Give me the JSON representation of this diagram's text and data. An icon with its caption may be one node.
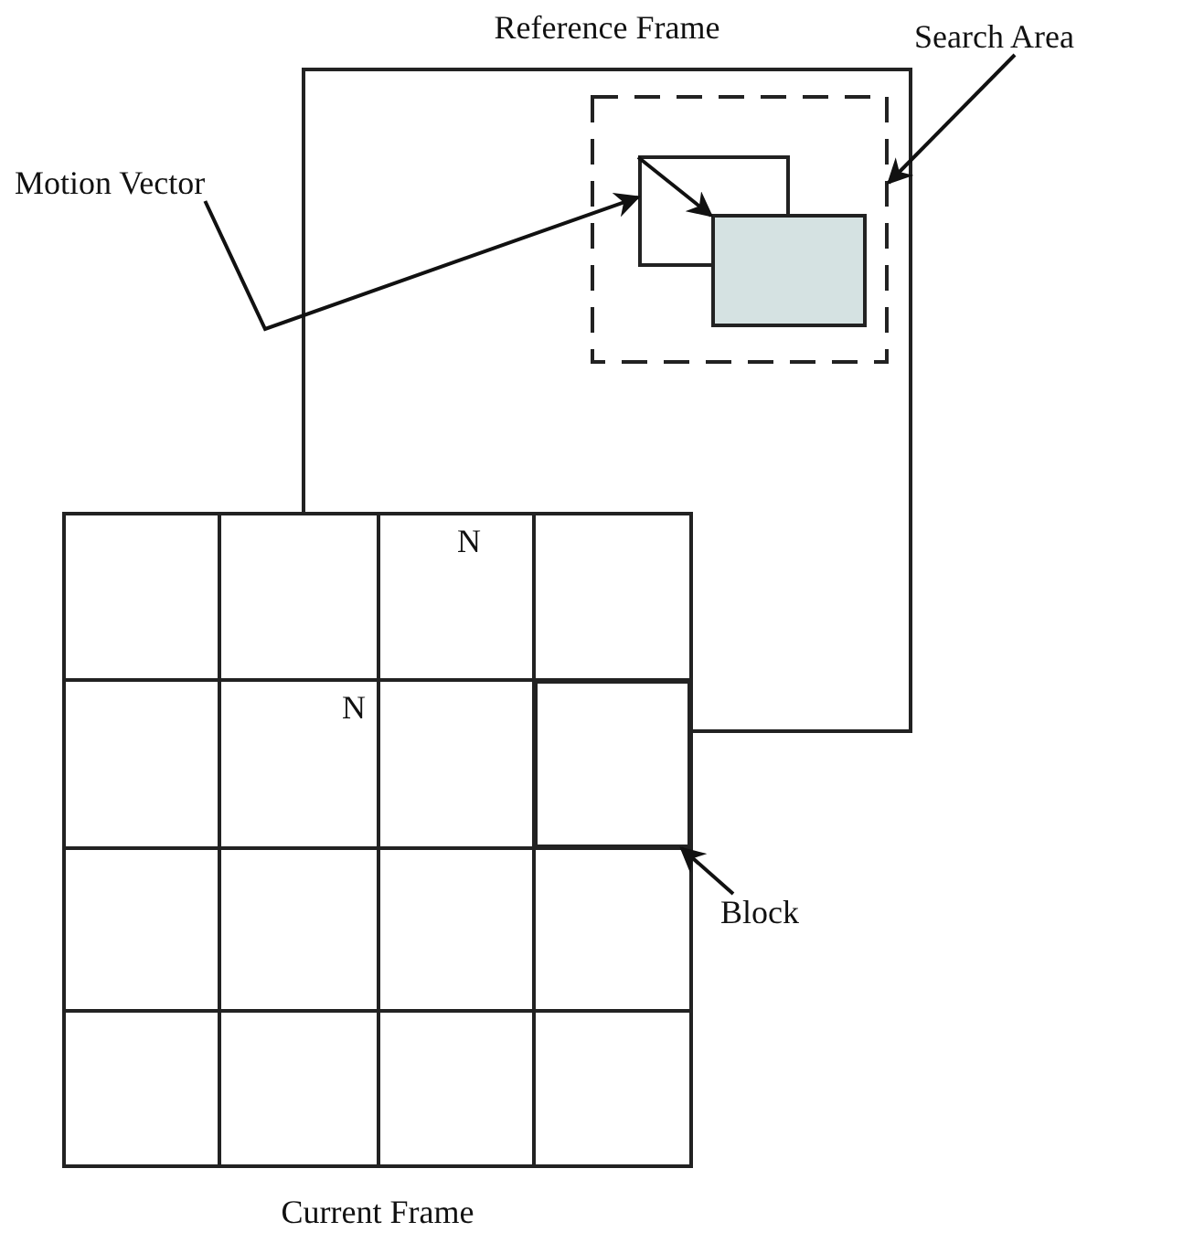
{
  "diagram": {
    "nodes": [
      {
        "text": [
          "Reference Frame"
        ]
      },
      {
        "text": [],
        "shape": "box",
        "in": 0
      },
      {
        "text": [],
        "shape": "box",
        "in": 1
      },
      {
        "text": [],
        "shape": "box",
        "in": 1
      },
      {
        "text": [
          "Search Area"
        ]
      },
      {
        "text": [
          "Motion Vector"
        ]
      },
      {
        "text": [
          "Current Frame"
        ]
      },
      {
        "text": [],
        "shape": "box",
        "in": 6
      },
      {
        "text": [
          "Block"
        ]
      }
    ],
    "edges": [
      {
        "from": 2,
        "to": 3,
        "arrow": "to"
      },
      {
        "from": 4,
        "to": 1,
        "arrow": "to"
      },
      {
        "from": 5,
        "to": 2,
        "arrow": "to"
      },
      {
        "from": 8,
        "to": 7,
        "arrow": "to"
      }
    ],
    "labels": [
      "N",
      "N"
    ]
  }
}
